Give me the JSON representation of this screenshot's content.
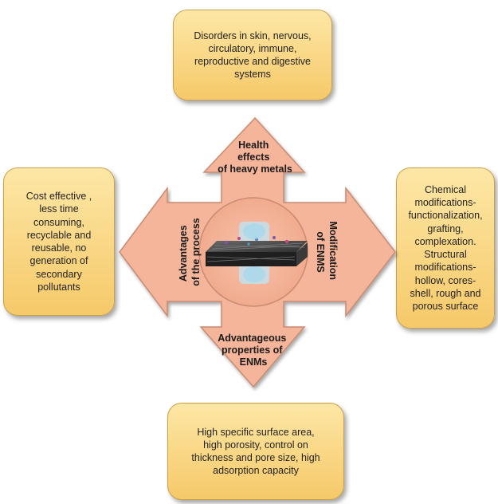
{
  "boxes": {
    "top": "Disorders in skin, nervous,\ncirculatory, immune,\nreproductive and digestive\nsystems",
    "left": "Cost effective ,\nless time\nconsuming,\nrecyclable and\nreusable, no\ngeneration of\nsecondary\npollutants",
    "right": "Chemical\nmodifications-\nfunctionalization,\ngrafting,\ncomplexation.\nStructural\nmodifications-\nhollow, cores-\nshell, rough and\nporous surface",
    "bottom": "High specific surface area,\nhigh porosity, control on\nthickness and pore size, high\nadsorption capacity"
  },
  "arrows": {
    "up": [
      "Health",
      "effects",
      "of heavy metals"
    ],
    "left": [
      "Advantages",
      "of the process"
    ],
    "right": [
      "Modification",
      "of ENMS"
    ],
    "down": [
      "Advantageous",
      "properties of",
      "ENMs"
    ]
  },
  "colors": {
    "arrow_fill": "#f4b59a",
    "arrow_stroke": "#c98a72",
    "box_fill_top": "#fde7a6",
    "box_fill_bottom": "#f6c969"
  },
  "center_graphic": "nanofiber-membrane-icon"
}
